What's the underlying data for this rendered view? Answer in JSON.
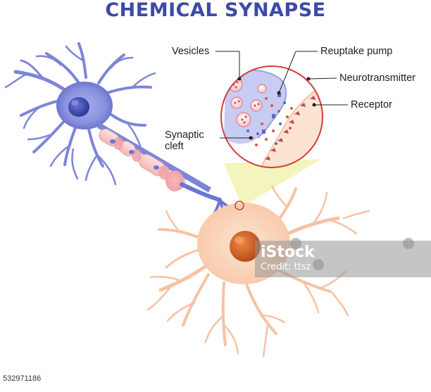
{
  "title": "CHEMICAL SYNAPSE",
  "labels": {
    "vesicles": "Vesicles",
    "reuptake_pump": "Reuptake pump",
    "neurotransmitter": "Neurotransmitter",
    "receptor": "Receptor",
    "synaptic_cleft_line1": "Synaptic",
    "synaptic_cleft_line2": "cleft"
  },
  "watermark": {
    "brand": "iStock",
    "credit_prefix": "Credit:",
    "credit_name": "ttsz"
  },
  "stock_id": "532971186",
  "colors": {
    "title": "#3d4aa6",
    "presynaptic_neuron": "#8a92e0",
    "presynaptic_nucleus": "#3d4aa6",
    "postsynaptic_neuron": "#fbd6bf",
    "postsynaptic_nucleus": "#d4602a",
    "myelin": "#f6c9c7",
    "zoom_circle": "#d63a3a",
    "highlight_beam": "#f3f4b8"
  }
}
